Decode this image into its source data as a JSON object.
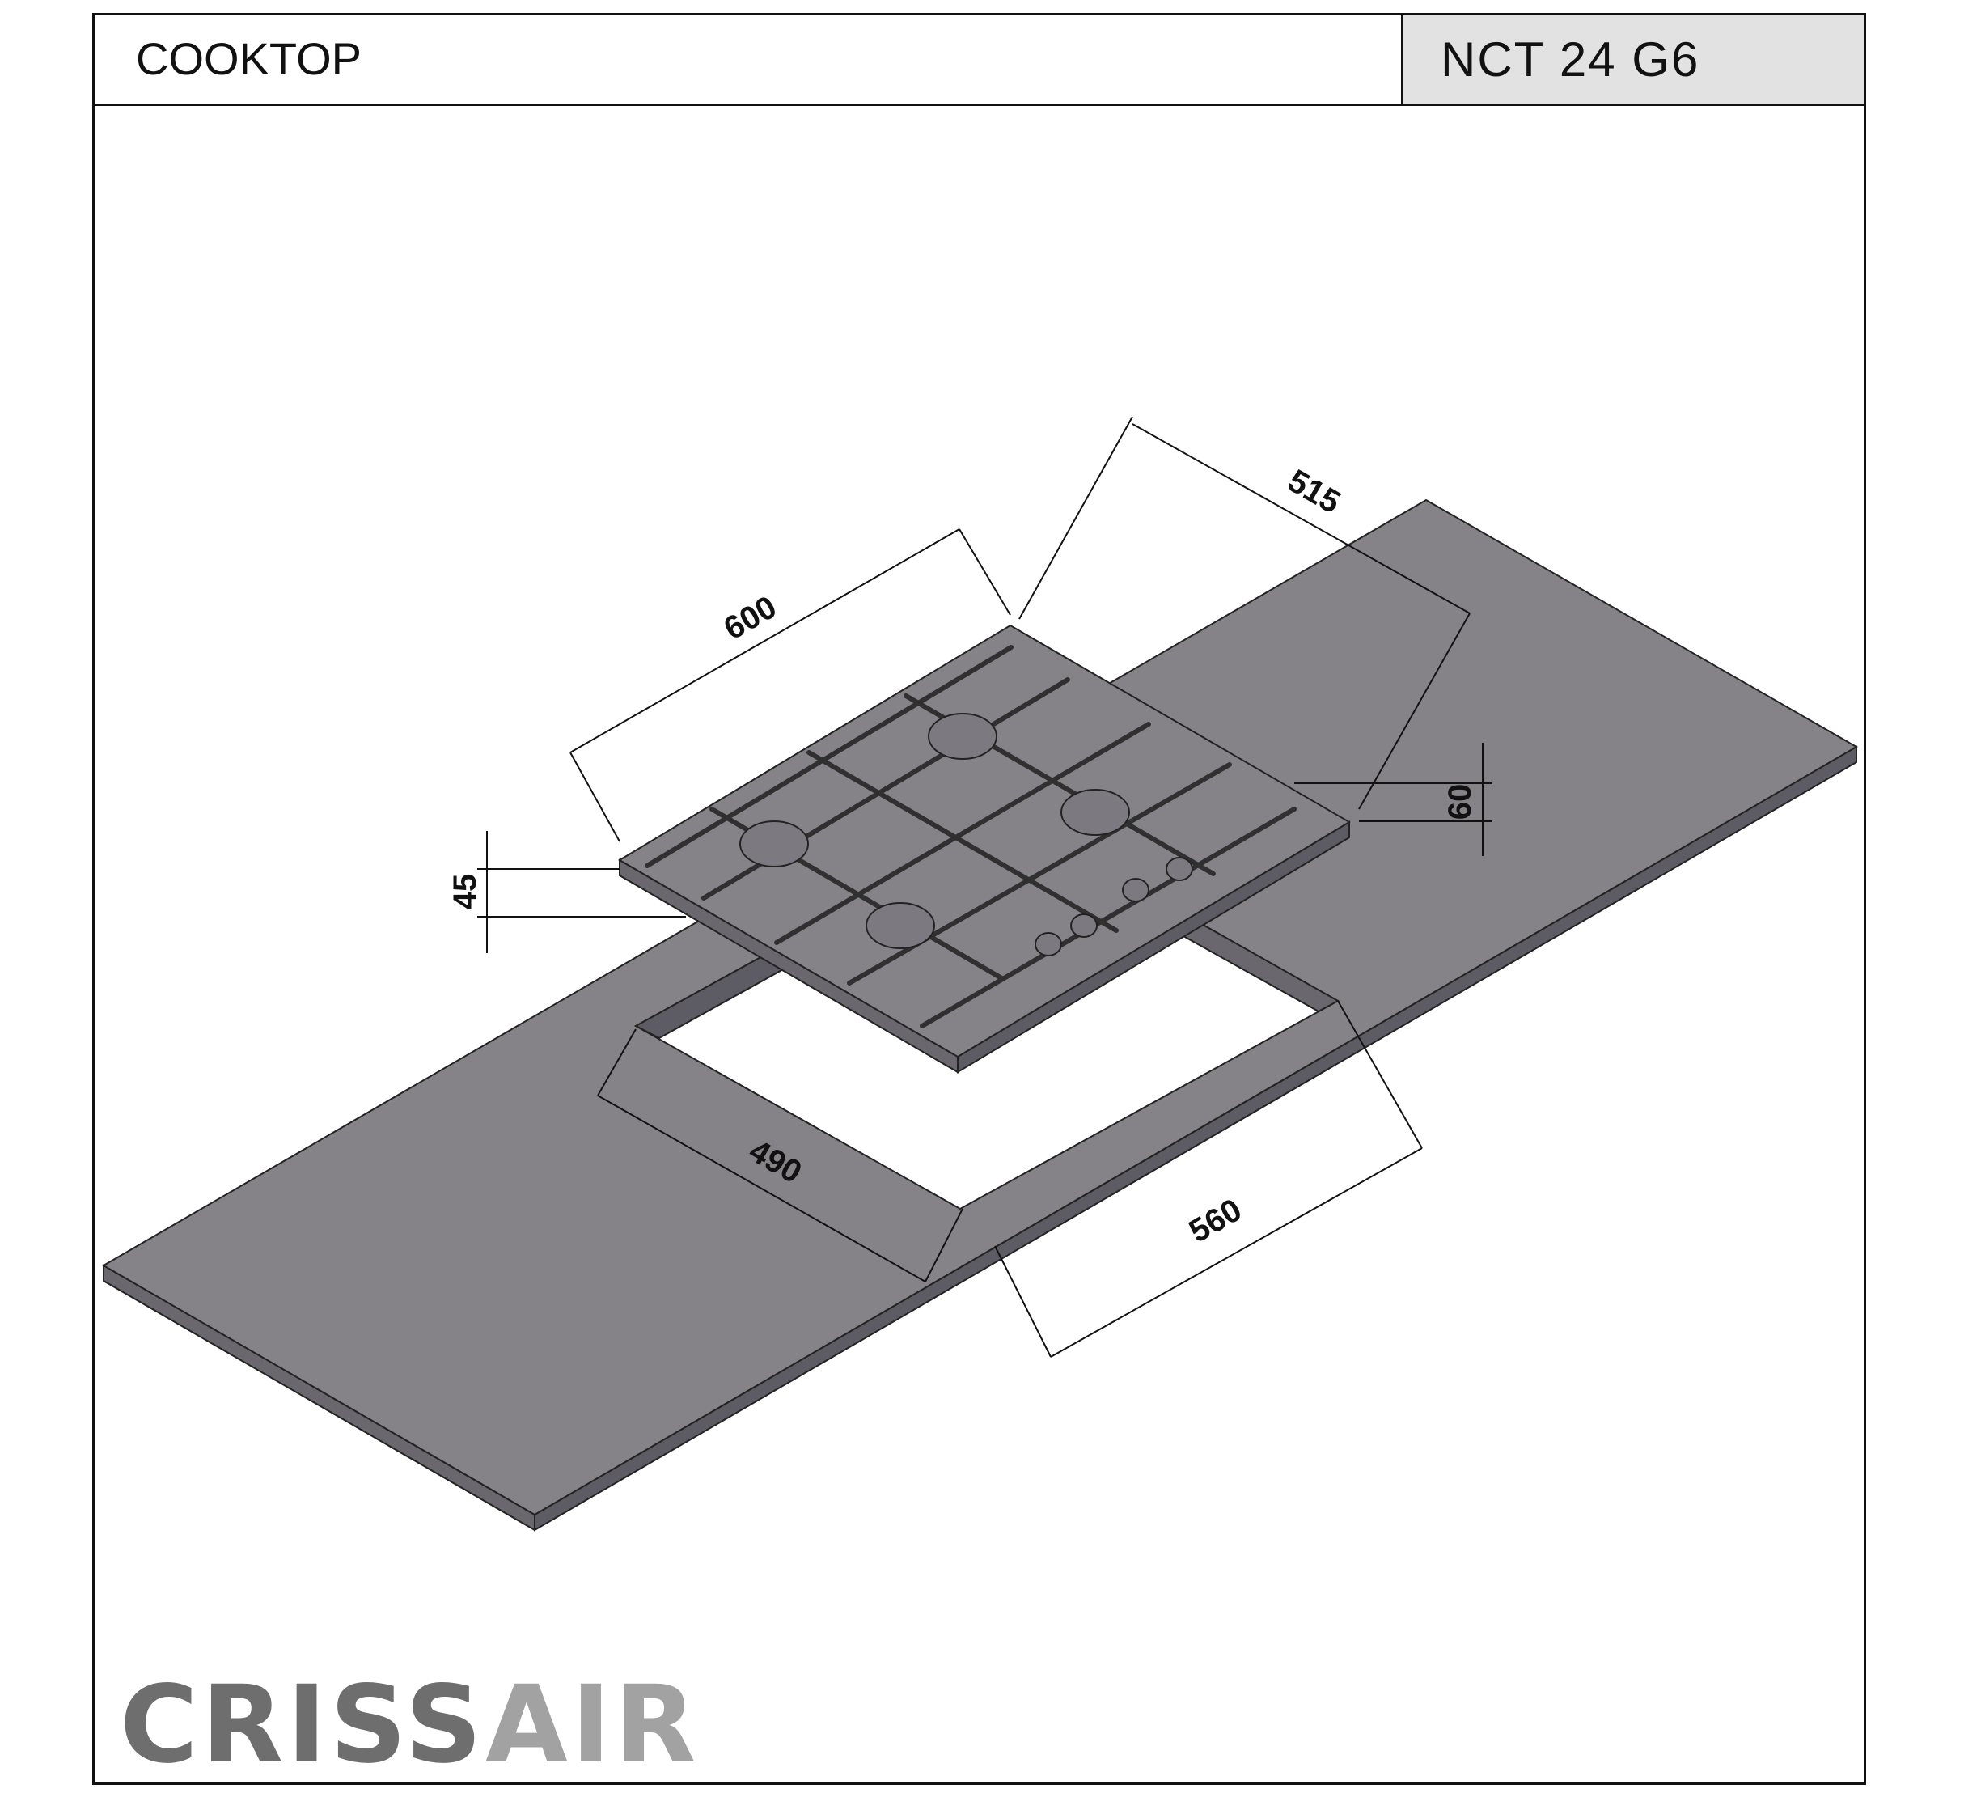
{
  "header": {
    "title": "COOKTOP",
    "model": "NCT 24 G6"
  },
  "dimensions": {
    "cooktop_width": "600",
    "cooktop_depth": "515",
    "counter_thickness": "60",
    "cooktop_height": "45",
    "cutout_depth": "490",
    "cutout_width": "560"
  },
  "logo": {
    "part1": "CRISS",
    "part2": "AIR"
  },
  "colors": {
    "surface": "#858387",
    "edge": "#5d5b63",
    "logo_dark": "#6e6e6e",
    "logo_light": "#a2a2a2"
  }
}
